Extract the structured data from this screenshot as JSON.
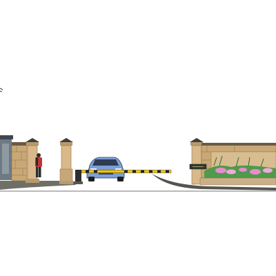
{
  "scene": {
    "description_visible_text": [],
    "colors": {
      "background": "#ffffff",
      "stone_wall": "#c9a877",
      "stone_dark": "#8f6e47",
      "pillar": "#d9b88a",
      "pillar_cap": "#5a5a55",
      "guard_booth": "#6e7a82",
      "road": "#7a7a72",
      "car_body": "#7d9fd4",
      "barrier_yellow": "#f2c500",
      "barrier_black": "#222222",
      "flowers_pink": "#e88bd0",
      "foliage_green": "#4f9a4c",
      "person_jacket": "#c23434"
    },
    "icons": [
      "entrance-gate",
      "guard-booth",
      "car",
      "barrier-arm",
      "stone-pillar",
      "flower-bed",
      "person"
    ]
  }
}
